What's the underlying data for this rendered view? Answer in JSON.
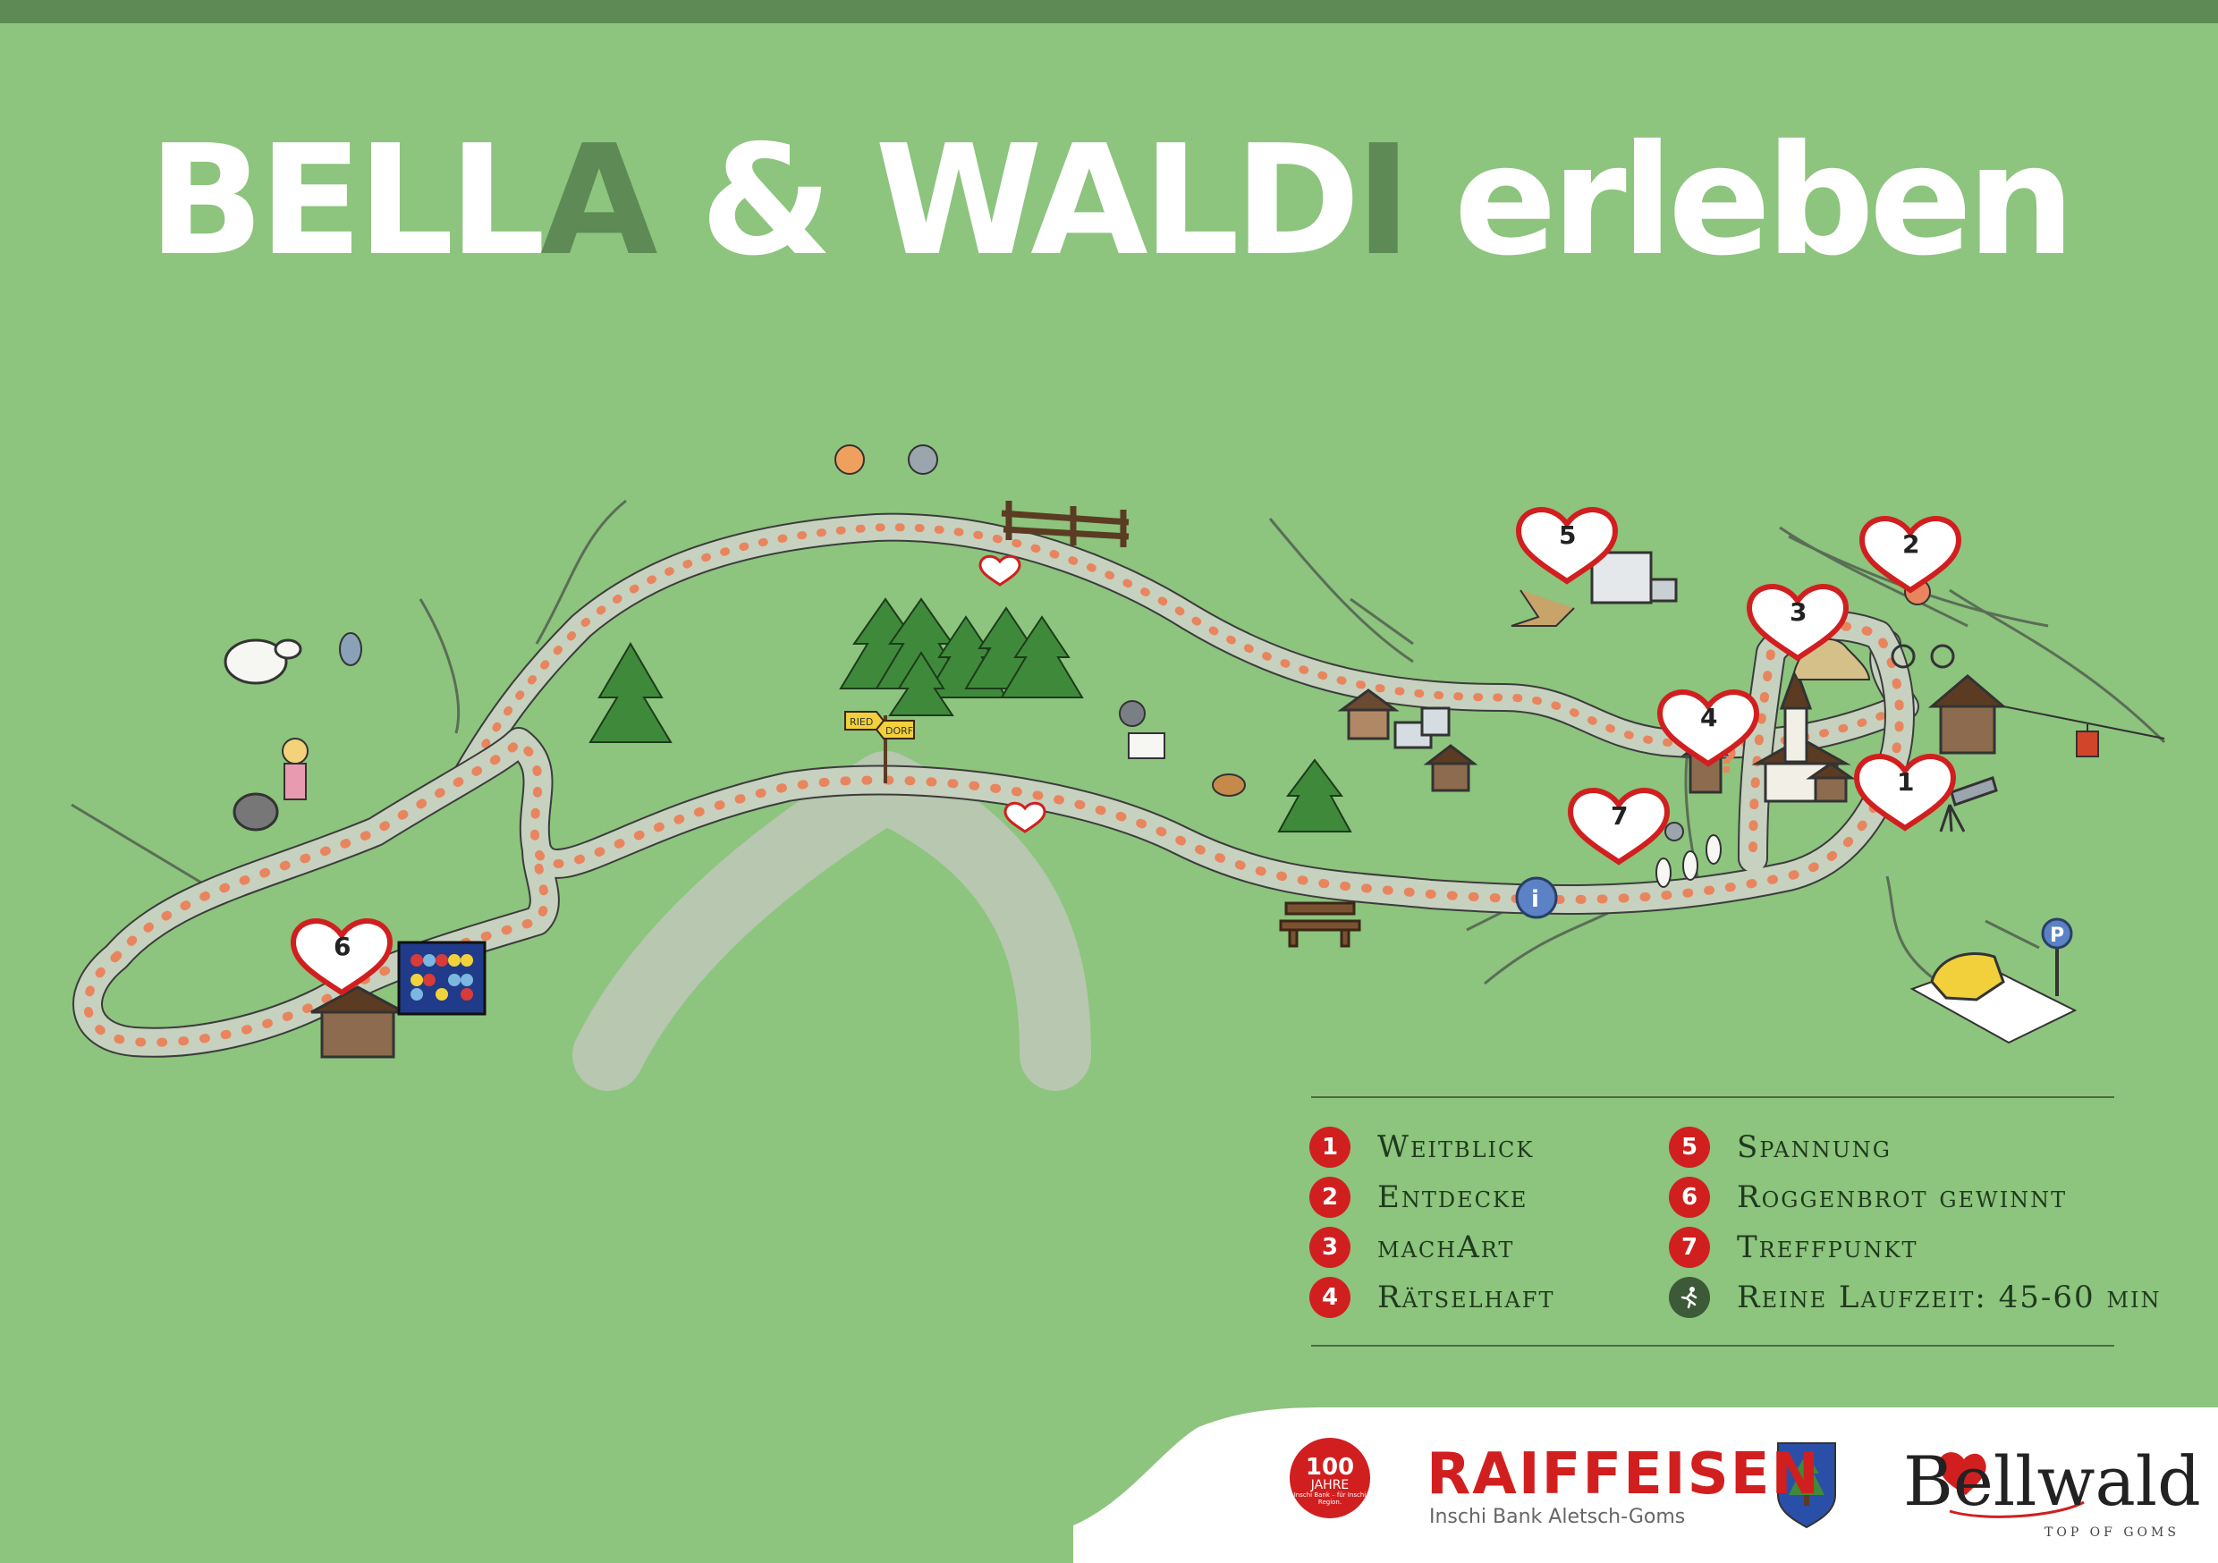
{
  "header": {
    "title_part1": "BELL",
    "title_part2": "A",
    "title_part3": " & WALD",
    "title_part4": "I",
    "title_part5": " erleben"
  },
  "map": {
    "signpost": [
      "RIED",
      "DORF"
    ],
    "station_hearts": [
      "1",
      "2",
      "3",
      "4",
      "5",
      "6",
      "7"
    ],
    "parking_label": "P",
    "info_label": "i",
    "colors": {
      "background": "#8dc47e",
      "path": "#c6d2bf",
      "path_dots": "#e9855e",
      "accent_dark": "#5d8a55",
      "heart_red": "#d11f1f"
    }
  },
  "legend": {
    "items": [
      {
        "num": "1",
        "label": "Weitblick"
      },
      {
        "num": "2",
        "label": "Entdecke"
      },
      {
        "num": "3",
        "label": "machArt"
      },
      {
        "num": "4",
        "label": "Rätselhaft"
      },
      {
        "num": "5",
        "label": "Spannung"
      },
      {
        "num": "6",
        "label": "Roggenbrot gewinnt"
      },
      {
        "num": "7",
        "label": "Treffpunkt"
      }
    ],
    "duration": "Reine Laufzeit: 45-60 min",
    "runner_icon": "runner-icon"
  },
  "footer": {
    "jubilee_number": "100",
    "jubilee_word": "JAHRE",
    "jubilee_text": "Inschi Bank – für Inschi Region.",
    "raiffeisen_name": "RAIFFEISEN",
    "raiffeisen_sub": "Inschi Bank Aletsch-Goms",
    "bellwald_name": "Bellwald",
    "bellwald_sub": "TOP OF GOMS"
  }
}
